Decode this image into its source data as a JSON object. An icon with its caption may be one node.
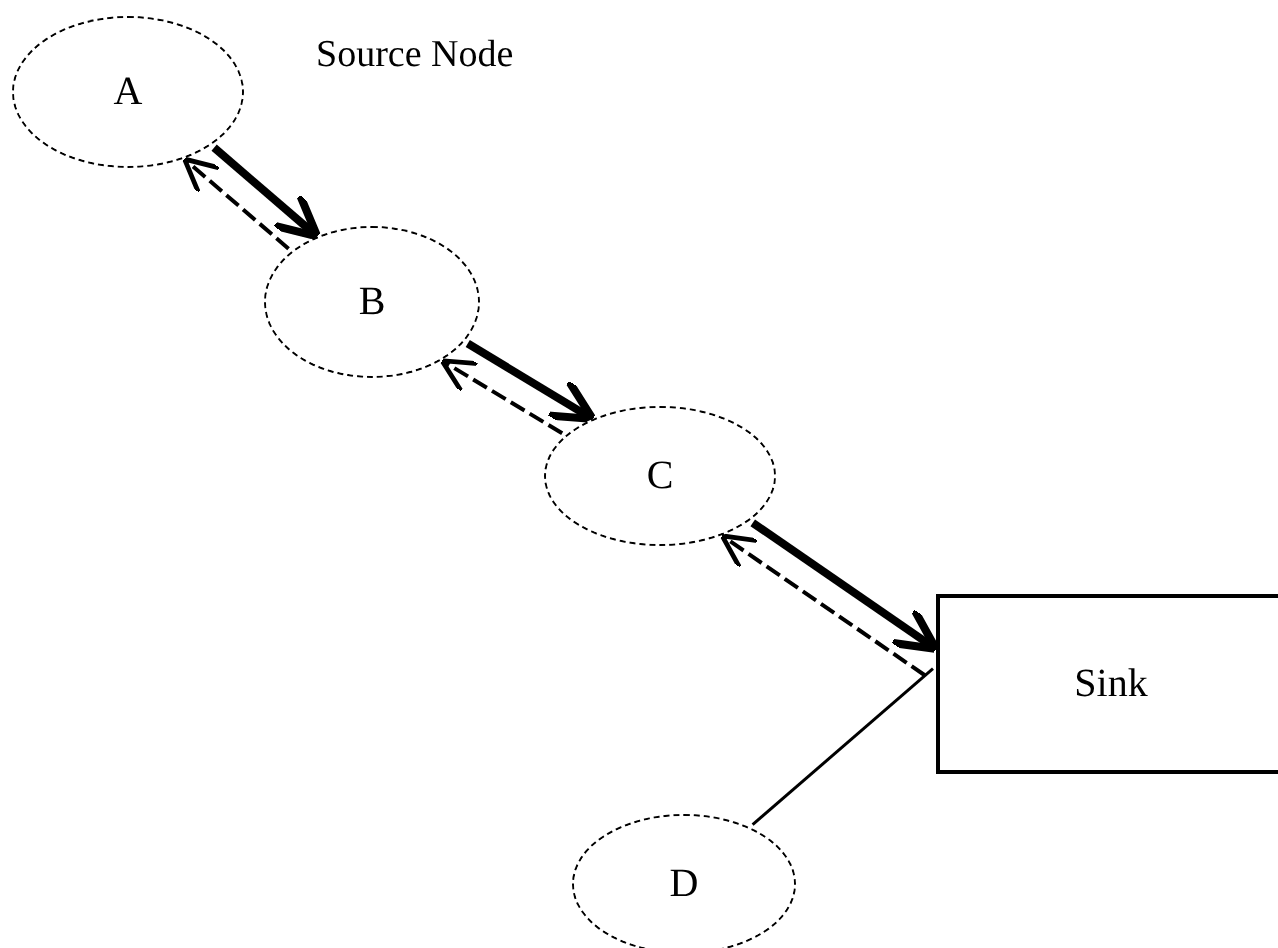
{
  "diagram": {
    "nodes": [
      {
        "text": [
          "A"
        ],
        "beside": [
          "Source Node"
        ]
      },
      {
        "text": [
          "B"
        ]
      },
      {
        "text": [
          "C"
        ]
      },
      {
        "text": [
          "Sink"
        ]
      },
      {
        "text": [
          "D"
        ]
      }
    ],
    "edges": [
      {
        "from": 0,
        "to": 1,
        "arrow": "to",
        "style": "thick"
      },
      {
        "from": 1,
        "to": 0,
        "arrow": "to",
        "style": "dashed"
      },
      {
        "from": 1,
        "to": 2,
        "arrow": "to",
        "style": "thick"
      },
      {
        "from": 2,
        "to": 1,
        "arrow": "to",
        "style": "dashed"
      },
      {
        "from": 2,
        "to": 3,
        "arrow": "to",
        "style": "thick"
      },
      {
        "from": 3,
        "to": 2,
        "arrow": "to",
        "style": "dashed"
      },
      {
        "from": 3,
        "to": 4,
        "arrow": "none"
      }
    ]
  }
}
